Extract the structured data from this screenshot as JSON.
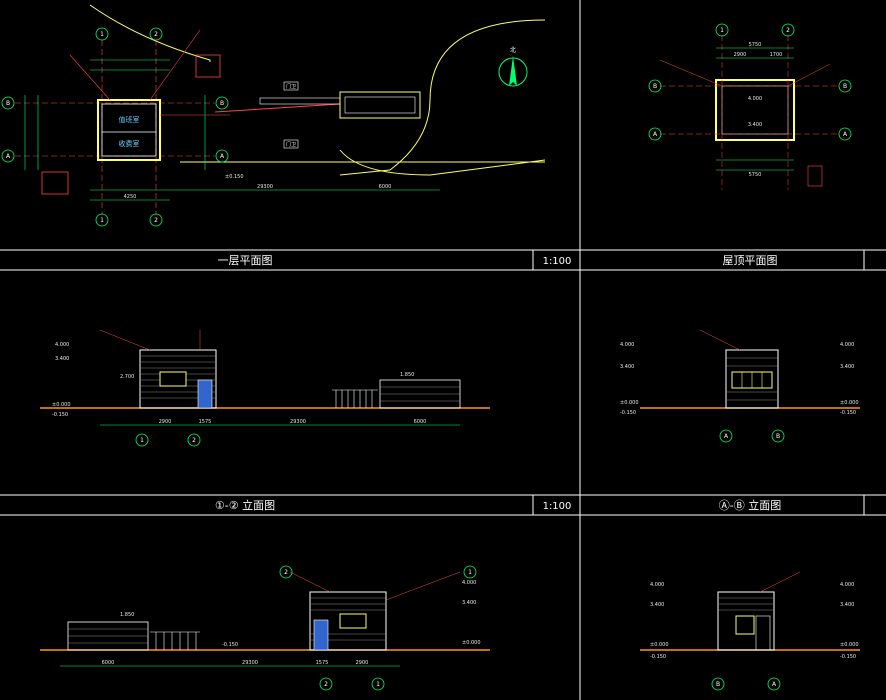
{
  "colors": {
    "background": "#000000",
    "frame": "#ffffff",
    "dimension": "#00ff66",
    "wall": "#ffff66",
    "annotation": "#ff4444",
    "axis_bubble": "#00ff66",
    "glass": "#3399ff",
    "ground": "#ff9900"
  },
  "panels": [
    {
      "title": "一层平面图",
      "scale": "1:100"
    },
    {
      "title": "屋顶平面图",
      "scale": ""
    },
    {
      "title": "①-② 立面图",
      "scale": "1:100"
    },
    {
      "title": "Ⓐ-Ⓑ 立面图",
      "scale": ""
    }
  ],
  "axes": {
    "a": "A",
    "b": "B",
    "one": "1",
    "two": "2"
  },
  "plan": {
    "room_1": "值班室",
    "room_2": "收费室",
    "gate_1": "门卫",
    "gate_2": "门卫",
    "dim_total": "29300",
    "dim_gate": "6000",
    "dim_width": "4250",
    "elev_mark": "±0.150",
    "north": "北"
  },
  "roof": {
    "dim_top": "5750",
    "dim_mid_1": "2900",
    "dim_mid_2": "1700",
    "elev_1": "4.000",
    "elev_2": "3.400",
    "dim_bottom": "5750"
  },
  "elevations": {
    "e_4000": "4.000",
    "e_3400": "3.400",
    "e_2700": "2.700",
    "e_0000": "±0.000",
    "e_neg": "-0.150",
    "e_1850": "1.850",
    "d_2900": "2900",
    "d_1575": "1575",
    "d_29300": "29300",
    "d_6000": "6000"
  }
}
